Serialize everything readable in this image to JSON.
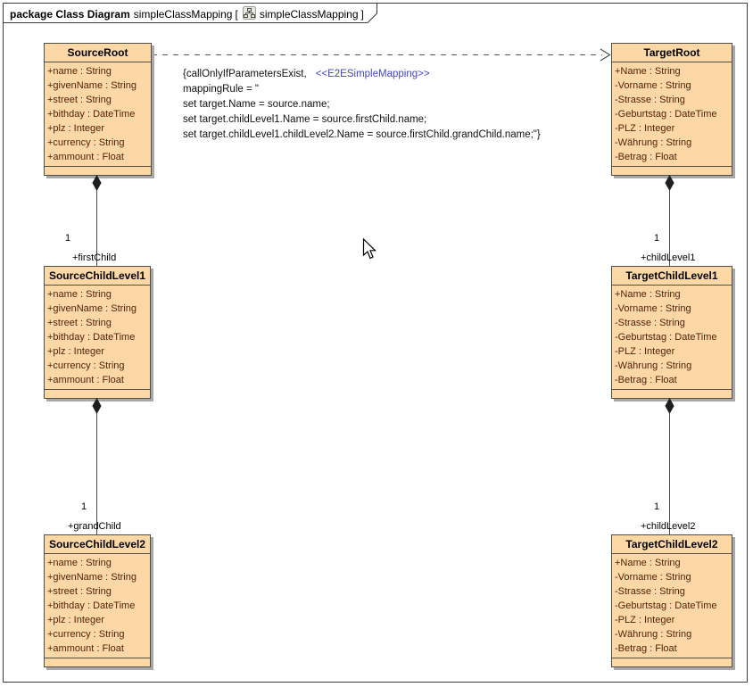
{
  "tab": {
    "keyword": "package Class Diagram",
    "package_name": "simpleClassMapping",
    "bracket_open": "[",
    "diagram_name": "simpleClassMapping",
    "bracket_close": "]",
    "icon": "class-diagram-icon"
  },
  "colors": {
    "class_fill": "#FCD8A6",
    "class_border": "#4F4F48",
    "attribute_text": "#4F220C",
    "stereotype_text": "#4444CC",
    "shadow": "#A8A8A8",
    "connector": "#4A4A4A"
  },
  "classes": [
    {
      "title": "SourceRoot",
      "attributes": [
        "+name : String",
        "+givenName : String",
        "+street : String",
        "+bithday : DateTime",
        "+plz : Integer",
        "+currency : String",
        "+ammount : Float"
      ]
    },
    {
      "title": "TargetRoot",
      "attributes": [
        "+Name : String",
        "-Vorname : String",
        "-Strasse : String",
        "-Geburtstag : DateTime",
        "-PLZ : Integer",
        "-Währung : String",
        "-Betrag : Float"
      ]
    },
    {
      "title": "SourceChildLevel1",
      "attributes": [
        "+name : String",
        "+givenName : String",
        "+street : String",
        "+bithday : DateTime",
        "+plz : Integer",
        "+currency : String",
        "+ammount : Float"
      ]
    },
    {
      "title": "TargetChildLevel1",
      "attributes": [
        "+Name : String",
        "-Vorname : String",
        "-Strasse : String",
        "-Geburtstag : DateTime",
        "-PLZ : Integer",
        "-Währung : String",
        "-Betrag : Float"
      ]
    },
    {
      "title": "SourceChildLevel2",
      "attributes": [
        "+name : String",
        "+givenName : String",
        "+street : String",
        "+bithday : DateTime",
        "+plz : Integer",
        "+currency : String",
        "+ammount : Float"
      ]
    },
    {
      "title": "TargetChildLevel2",
      "attributes": [
        "+Name : String",
        "-Vorname : String",
        "-Strasse : String",
        "-Geburtstag : DateTime",
        "-PLZ : Integer",
        "-Währung : String",
        "-Betrag : Float"
      ]
    }
  ],
  "annotation": {
    "condition": "{callOnlyIfParametersExist,",
    "stereotype": "<<E2ESimpleMapping>>",
    "lines": [
      "mappingRule = \"",
      "set target.Name = source.name;",
      "set target.childLevel1.Name = source.firstChild.name;",
      "set target.childLevel1.childLevel2.Name = source.firstChild.grandChild.name;\"}"
    ]
  },
  "associations": [
    {
      "multiplicity": "1",
      "role": "+firstChild"
    },
    {
      "multiplicity": "1",
      "role": "+childLevel1"
    },
    {
      "multiplicity": "1",
      "role": "+grandChild"
    },
    {
      "multiplicity": "1",
      "role": "+childLevel2"
    }
  ],
  "dependency": {
    "from": "SourceRoot",
    "to": "TargetRoot"
  }
}
